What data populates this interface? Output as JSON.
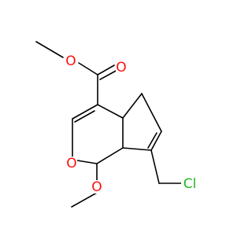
{
  "structure": {
    "atoms": {
      "ester_o_single": "O",
      "ester_o_double": "O",
      "ring_o": "O",
      "methoxy_o": "O",
      "chlorine": "Cl"
    },
    "colors": {
      "bond": "#000000",
      "oxygen": "#ff0d0d",
      "chlorine": "#1fb81f",
      "background": "#ffffff"
    }
  }
}
